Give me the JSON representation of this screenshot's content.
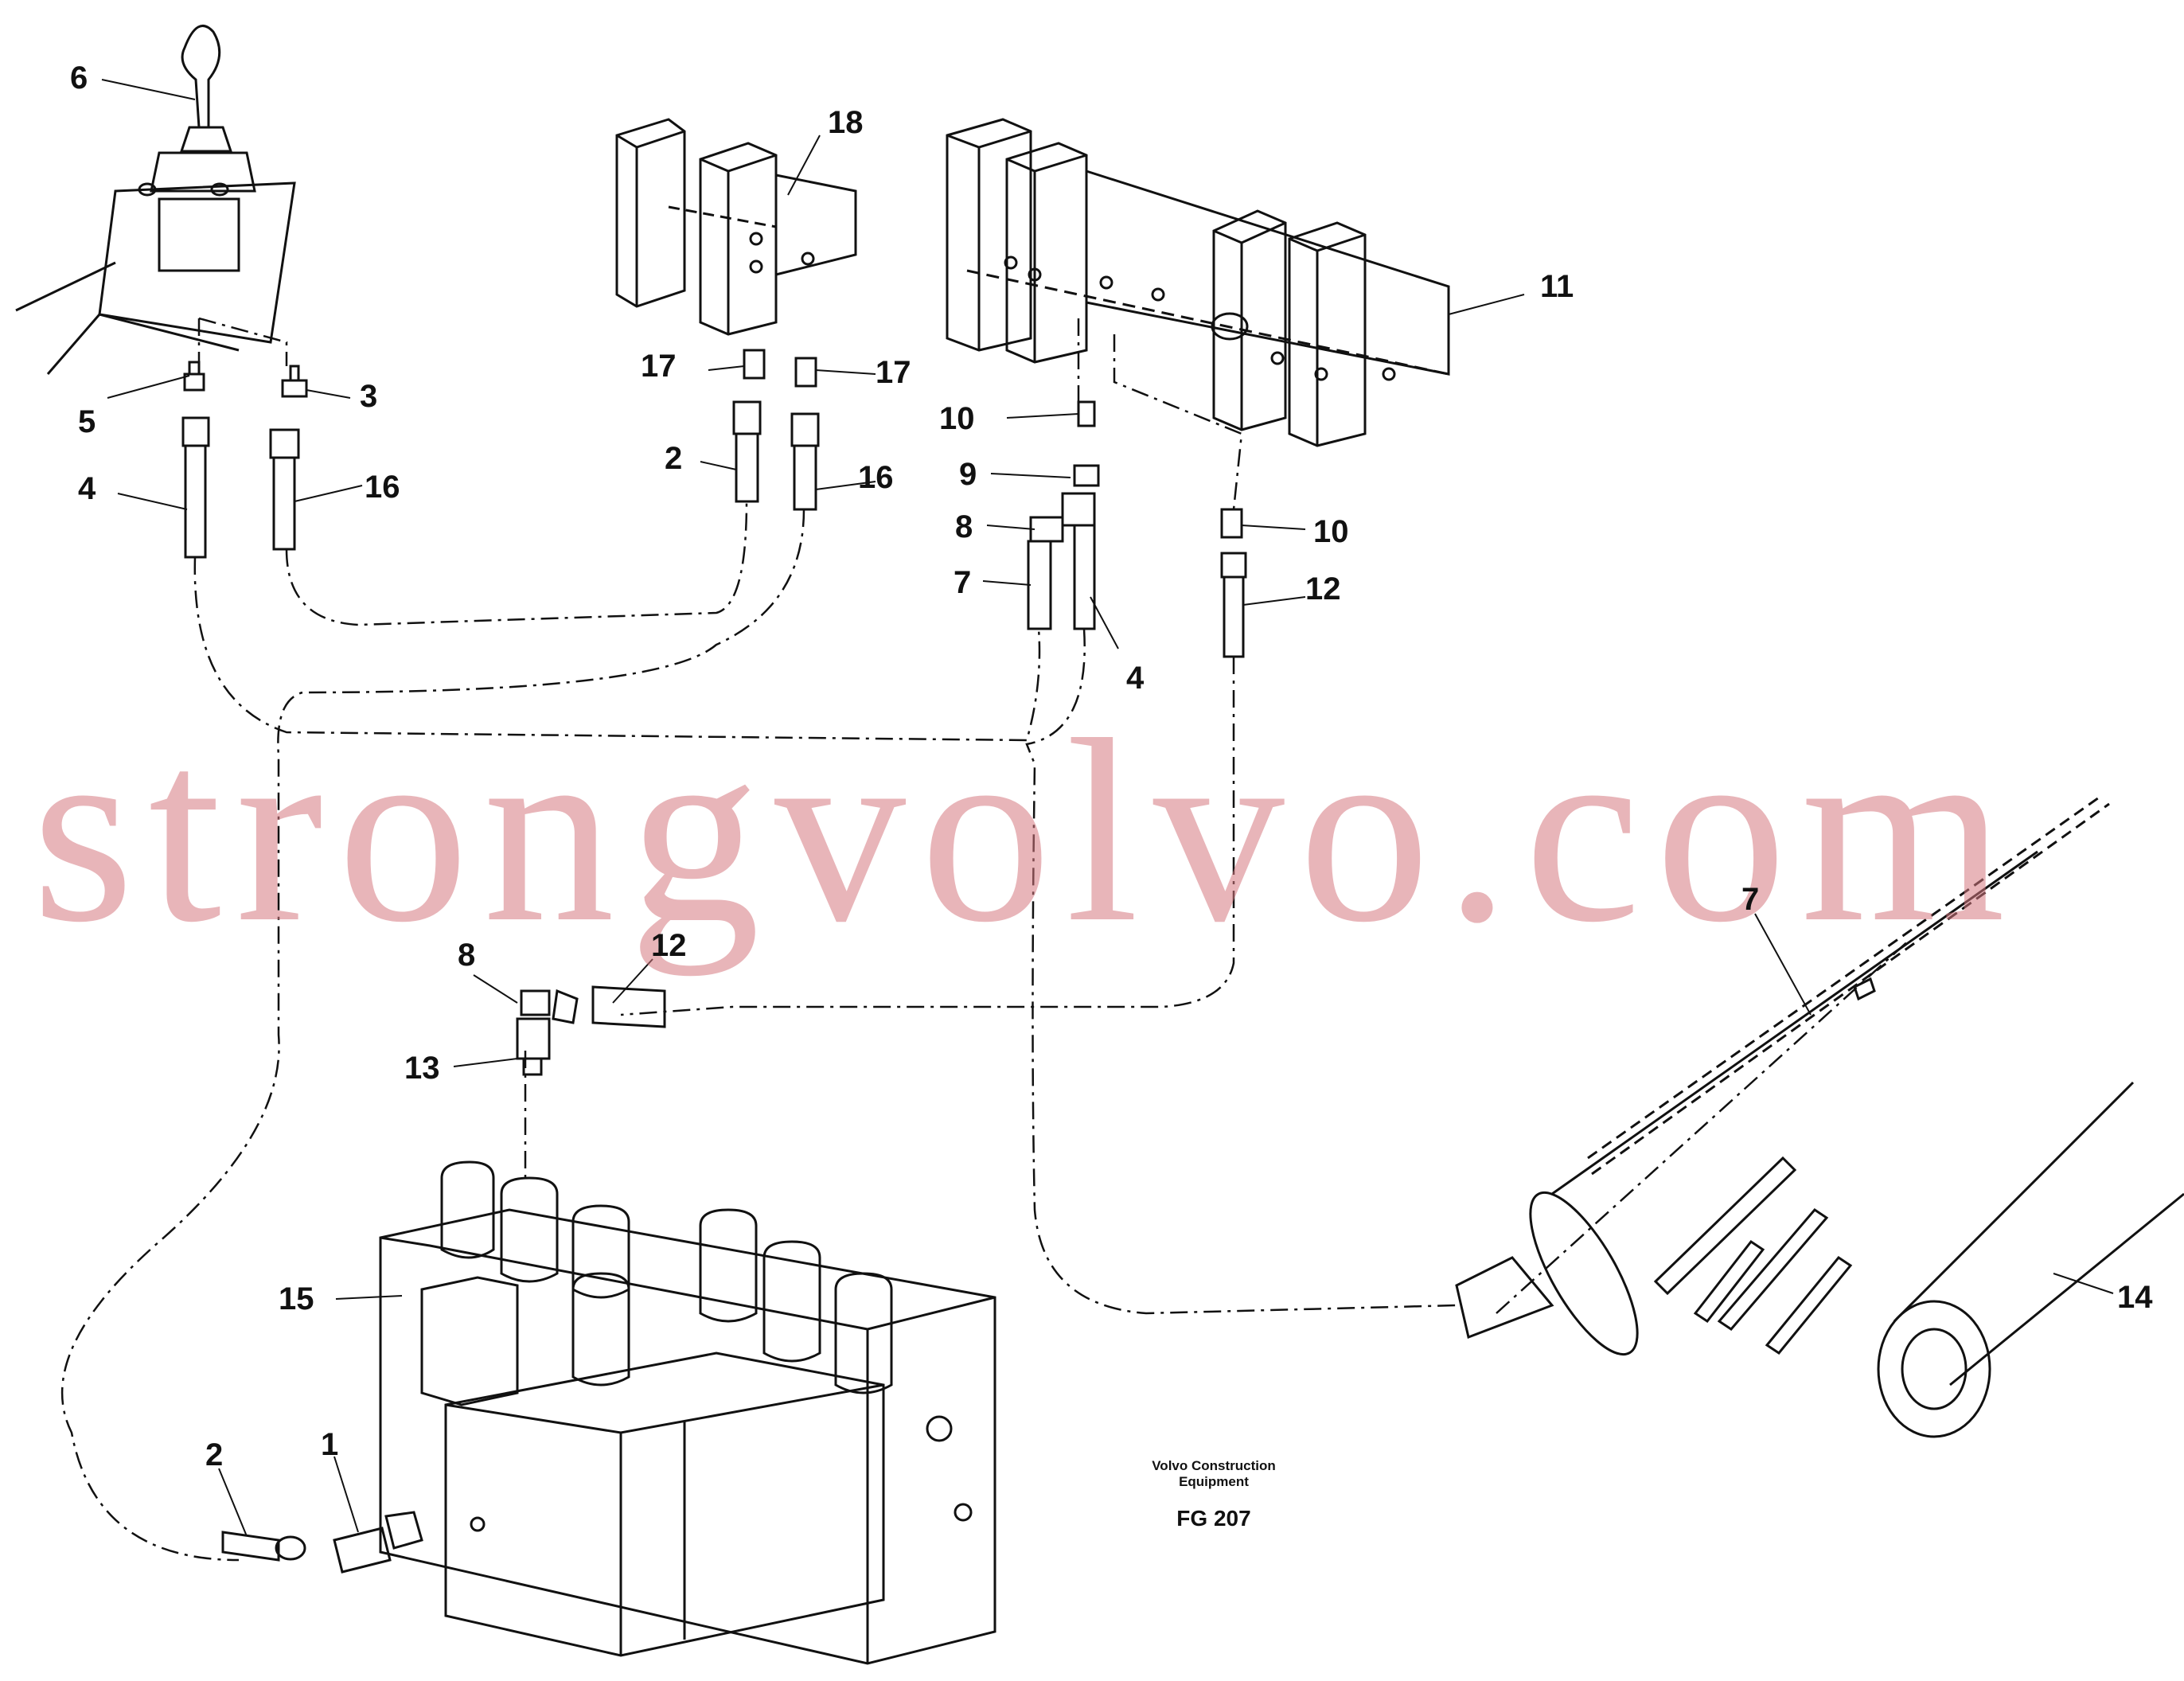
{
  "callouts": {
    "c6": "6",
    "c5": "5",
    "c3": "3",
    "c4a": "4",
    "c16a": "16",
    "c18": "18",
    "c17a": "17",
    "c17b": "17",
    "c2a": "2",
    "c16b": "16",
    "c11": "11",
    "c10a": "10",
    "c9": "9",
    "c8a": "8",
    "c7a": "7",
    "c4b": "4",
    "c10b": "10",
    "c12a": "12",
    "c8b": "8",
    "c12b": "12",
    "c13": "13",
    "c15": "15",
    "c2b": "2",
    "c1": "1",
    "c7b": "7",
    "c14": "14"
  },
  "caption": {
    "company_line1": "Volvo Construction",
    "company_line2": "Equipment",
    "figure_code": "FG 207"
  },
  "watermark": "strongvolvo.com",
  "colors": {
    "line": "#111111",
    "watermark": "#d67880"
  }
}
